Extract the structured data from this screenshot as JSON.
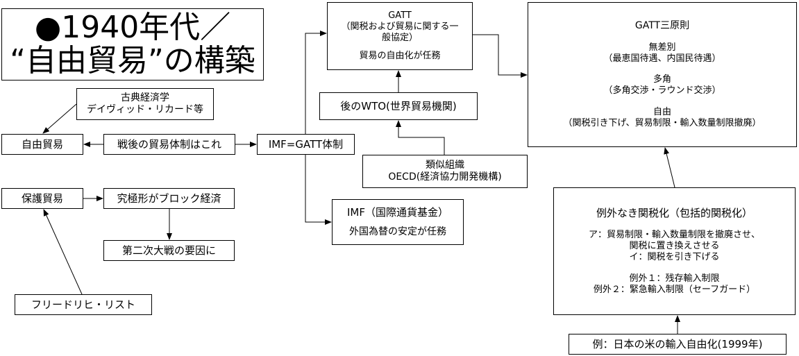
{
  "title": {
    "line1": "●1940年代／",
    "line2": "“自由貿易”の構築"
  },
  "classical": {
    "line1": "古典経済学",
    "line2": "デイヴィッド・リカード等"
  },
  "free_trade": "自由貿易",
  "postwar": "戦後の貿易体制はこれ",
  "imf_gatt": "IMF=GATT体制",
  "protection": "保護貿易",
  "block": "究極形がブロック経済",
  "ww2": "第二次大戦の要因に",
  "list": "フリードリヒ・リスト",
  "gatt": {
    "l1": "GATT",
    "l2": "（関税および貿易に関する一",
    "l3": "般協定）",
    "l4": "貿易の自由化が任務"
  },
  "wto": "後のWTO(世界貿易機関)",
  "similar": {
    "l1": "類似組織",
    "l2": "OECD(経済協力開発機構)"
  },
  "imf": {
    "l1": "IMF（国際通貨基金）",
    "l2": "外国為替の安定が任務"
  },
  "principles": {
    "title": "GATT三原則",
    "p1": "無差別",
    "p1d": "（最恵国待遇、内国民待遇）",
    "p2": "多角",
    "p2d": "（多角交渉・ラウンド交渉）",
    "p3": "自由",
    "p3d": "（関税引き下げ、貿易制限・輸入数量制限撤廃）"
  },
  "tariff": {
    "title": "例外なき関税化（包括的関税化）",
    "a1": "ア：貿易制限・輸入数量制限を撤廃させ、",
    "a2": "関税に置き換えさせる",
    "b": "イ：関税を引き下げる",
    "e1": "例外１：残存輸入制限",
    "e2": "例外２：緊急輸入制限（セーフガード）"
  },
  "example": "例：日本の米の輸入自由化(1999年)"
}
